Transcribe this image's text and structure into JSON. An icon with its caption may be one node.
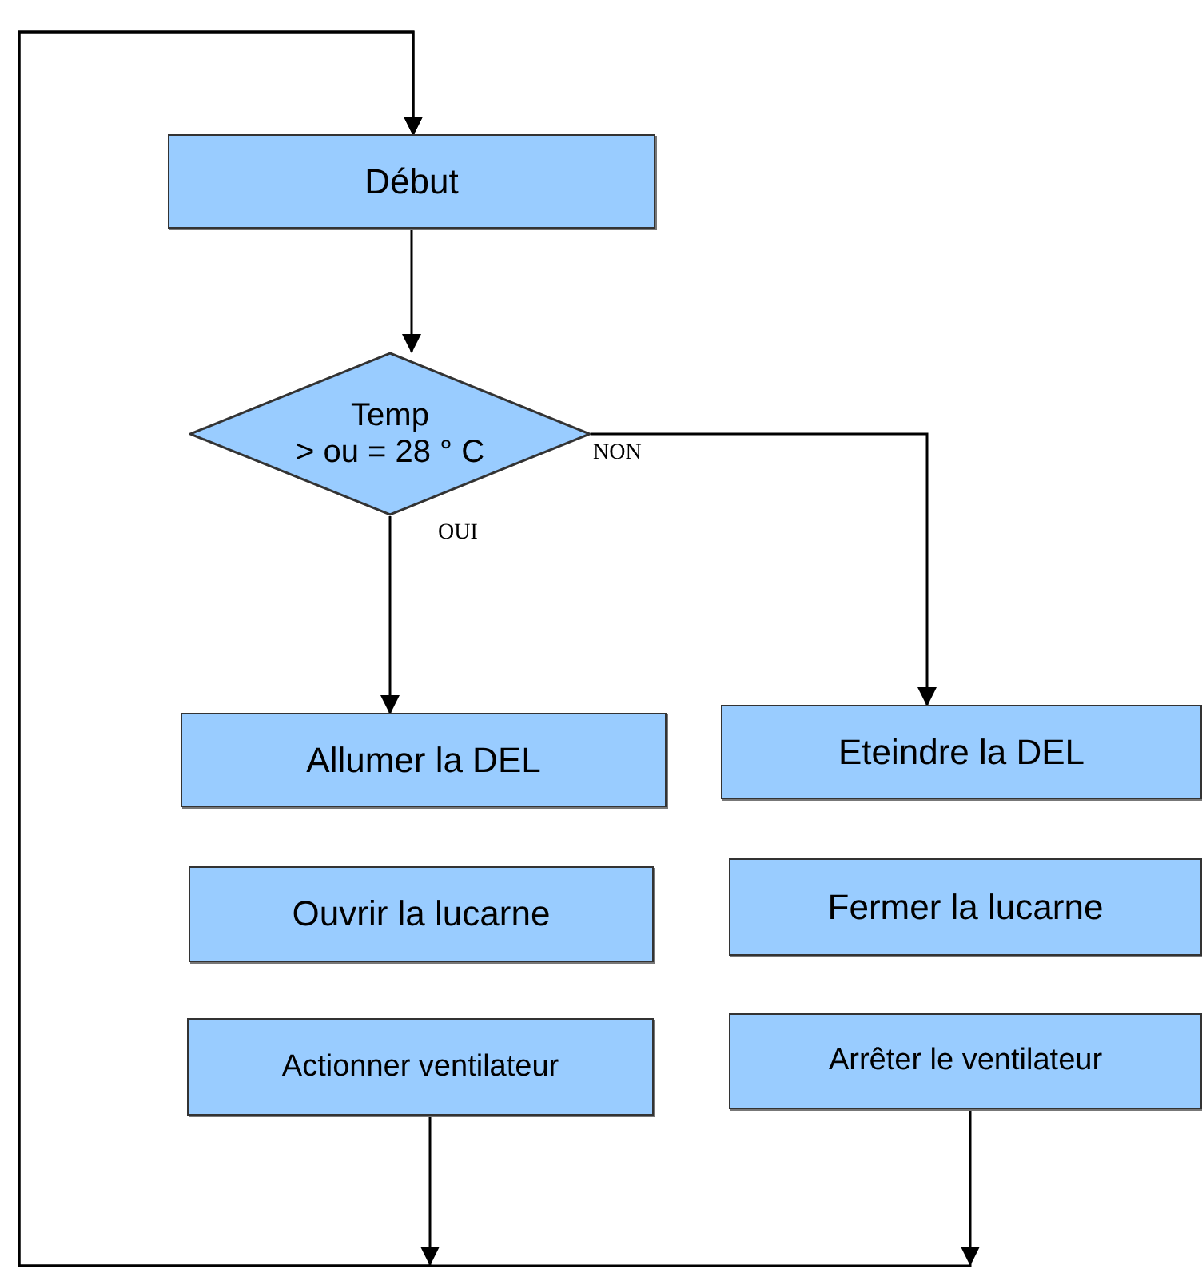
{
  "diagram": {
    "nodes": [
      {
        "text": [
          "Début"
        ]
      },
      {
        "text": [
          "Temp",
          "> ou = 28 ° C"
        ]
      },
      {
        "text": [
          "Allumer la DEL"
        ]
      },
      {
        "text": [
          "Eteindre la DEL"
        ]
      },
      {
        "text": [
          "Ouvrir la lucarne"
        ]
      },
      {
        "text": [
          "Fermer la lucarne"
        ]
      },
      {
        "text": [
          "Actionner ventilateur"
        ]
      },
      {
        "text": [
          "Arrêter le ventilateur"
        ]
      }
    ],
    "edges": [
      {
        "from": 0,
        "to": 1,
        "arrow": "to"
      },
      {
        "from": 1,
        "to": 2,
        "arrow": "to",
        "label": "OUI"
      },
      {
        "from": 1,
        "to": 3,
        "arrow": "to",
        "label": "NON"
      },
      {
        "from": 6,
        "to": 0,
        "arrow": "to"
      },
      {
        "from": 7,
        "to": 0,
        "arrow": "to"
      }
    ]
  }
}
